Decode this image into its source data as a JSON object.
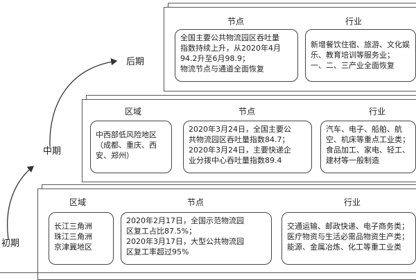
{
  "stages": {
    "late": {
      "label": "后期",
      "header_nodes": "节点",
      "header_industry": "行业",
      "nodes_lines": [
        "全国主要公共物流园区吞吐量",
        "指数持续上升，从2020年4月",
        "94.2升至6月98.9；",
        "物流节点与通道全面恢复"
      ],
      "industry_lines": [
        "新增餐饮住宿、旅游、文化娱",
        "乐、教育培训等服务业；",
        "一、二、三产业全面恢复"
      ]
    },
    "middle": {
      "label": "中期",
      "header_region": "区域",
      "header_nodes": "节点",
      "header_industry": "行业",
      "region_lines": [
        "中西部低风险地区",
        "（成都、重庆、西",
        "安、郑州）"
      ],
      "nodes_lines": [
        "2020年3月24日，全国主要公",
        "共物流园区吞吐量指数84.7；",
        "2020年3月24日，主要快递企",
        "业分拨中心吞吐量指数89.4"
      ],
      "industry_lines": [
        "汽车、电子、船舶、航",
        "空、机床等重点工业类；",
        "食品加工、家电、轻工、",
        "建材等一般制造"
      ]
    },
    "early": {
      "label": "初期",
      "header_region": "区域",
      "header_nodes": "节点",
      "header_industry": "行业",
      "region_lines": [
        "长江三角洲",
        "珠江三角洲",
        "京津冀地区"
      ],
      "nodes_lines": [
        "2020年2月17日，全国示范物流园",
        "区复工占比87.5%；",
        "2020年3月17日，大型公共物流园",
        "区复工率超过95%"
      ],
      "industry_lines": [
        "交通运输、邮政快递、电子商务类；",
        "医疗物资与生活必需品物资生产类；",
        "能源、金属冶炼、化工等重工业类"
      ]
    }
  }
}
